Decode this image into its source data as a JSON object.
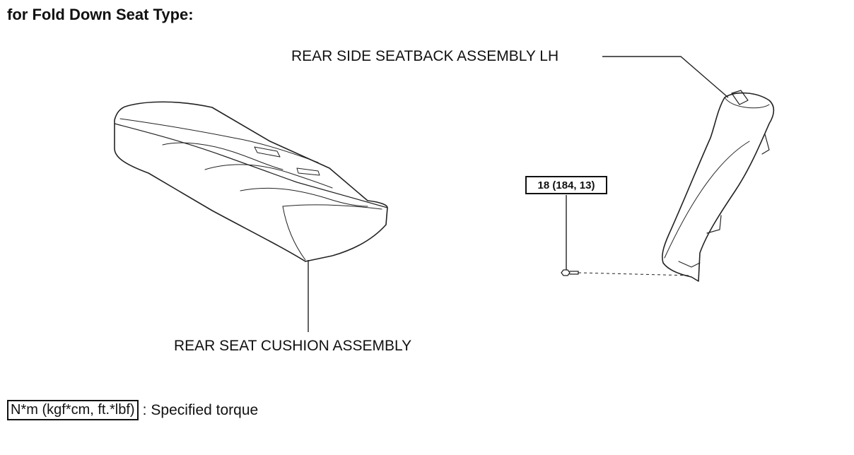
{
  "heading": "for Fold Down Seat Type:",
  "parts": {
    "seatback": "REAR SIDE SEATBACK ASSEMBLY LH",
    "cushion": "REAR SEAT CUSHION ASSEMBLY"
  },
  "torque_value": "18 (184, 13)",
  "legend": {
    "unit": "N*m (kgf*cm, ft.*lbf)",
    "separator": ":",
    "description": "Specified torque"
  }
}
